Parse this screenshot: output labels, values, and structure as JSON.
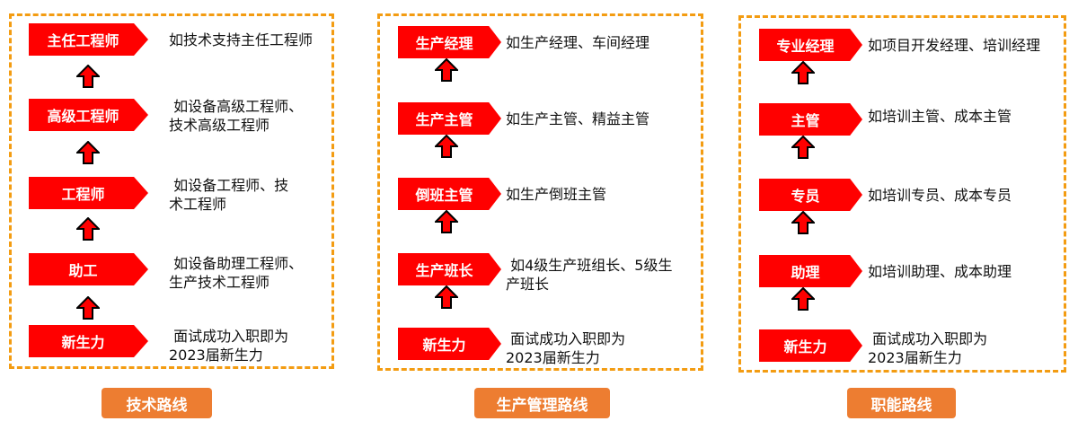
{
  "colors": {
    "stage": "#FF0000",
    "border": "#F39C12",
    "route": "#ED7D31"
  },
  "columns": [
    {
      "route": "技术路线",
      "stages": [
        {
          "label": "主任工程师",
          "desc": "如技术支持主任工程师"
        },
        {
          "label": "高级工程师",
          "desc": " 如设备高级工程师、\n技术高级工程师"
        },
        {
          "label": "工程师",
          "desc": " 如设备工程师、技\n术工程师"
        },
        {
          "label": "助工",
          "desc": " 如设备助理工程师、\n生产技术工程师"
        },
        {
          "label": "新生力",
          "desc": " 面试成功入职即为\n2023届新生力"
        }
      ]
    },
    {
      "route": "生产管理路线",
      "stages": [
        {
          "label": "生产经理",
          "desc": "如生产经理、车间经理"
        },
        {
          "label": "生产主管",
          "desc": "如生产主管、精益主管"
        },
        {
          "label": "倒班主管",
          "desc": "如生产倒班主管"
        },
        {
          "label": "生产班长",
          "desc": " 如4级生产班组长、5级生\n产班长"
        },
        {
          "label": "新生力",
          "desc": " 面试成功入职即为\n2023届新生力"
        }
      ]
    },
    {
      "route": "职能路线",
      "stages": [
        {
          "label": "专业经理",
          "desc": "如项目开发经理、培训经理"
        },
        {
          "label": "主管",
          "desc": "如培训主管、成本主管"
        },
        {
          "label": "专员",
          "desc": "如培训专员、成本专员"
        },
        {
          "label": "助理",
          "desc": "如培训助理、成本助理"
        },
        {
          "label": "新生力",
          "desc": " 面试成功入职即为\n2023届新生力"
        }
      ]
    }
  ]
}
